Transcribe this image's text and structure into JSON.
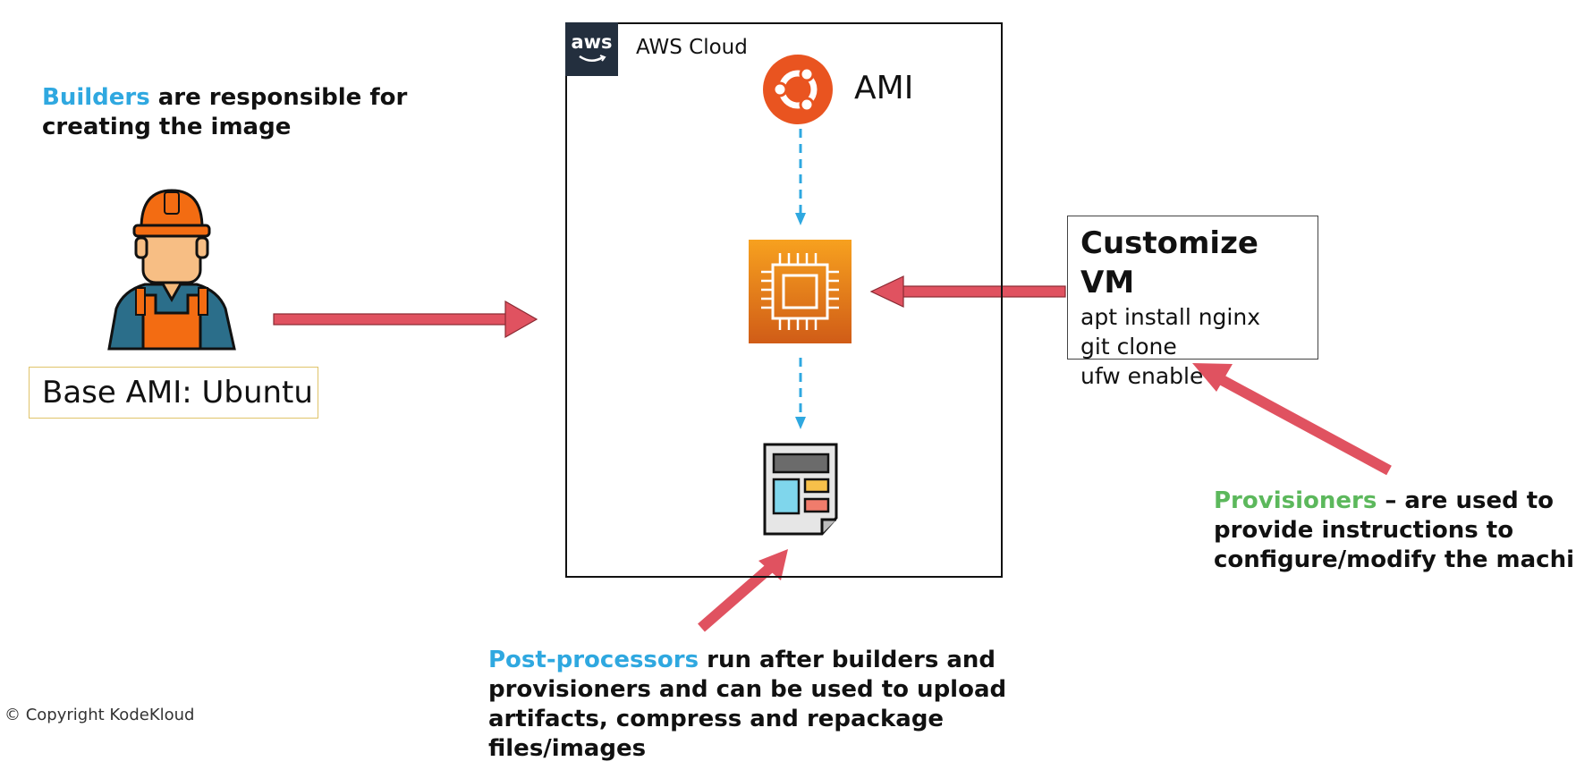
{
  "aws_cloud": {
    "label": "AWS Cloud",
    "logo_text": "aws"
  },
  "ami": {
    "label": "AMI",
    "icon": "ubuntu-logo-icon"
  },
  "builders": {
    "highlight": "Builders",
    "line1_rest": " are responsible for",
    "line2": "creating the image",
    "icon": "construction-worker-icon"
  },
  "base_ami": {
    "label": "Base AMI: Ubuntu"
  },
  "instance": {
    "icon": "ec2-chip-icon"
  },
  "image_output": {
    "icon": "image-document-icon"
  },
  "customize_vm": {
    "title": "Customize VM",
    "commands": [
      "apt install nginx",
      "git clone",
      "ufw enable"
    ]
  },
  "provisioners": {
    "highlight": "Provisioners",
    "line1_rest": " – are used to",
    "line2": "provide instructions to",
    "line3": "configure/modify the machine"
  },
  "post_processors": {
    "highlight": "Post-processors",
    "line1_rest": " run after builders and",
    "line2": "provisioners and can be used to upload",
    "line3": "artifacts, compress and repackage",
    "line4": "files/images"
  },
  "copyright": "© Copyright KodeKloud",
  "colors": {
    "highlight_blue": "#2fa8e0",
    "highlight_green": "#5cb85c",
    "arrow_red": "#e05260",
    "ubuntu_orange": "#e95420",
    "ec2_orange": "#f2881a",
    "dashed_blue": "#2fa8e0",
    "aws_dark": "#232f3e"
  }
}
